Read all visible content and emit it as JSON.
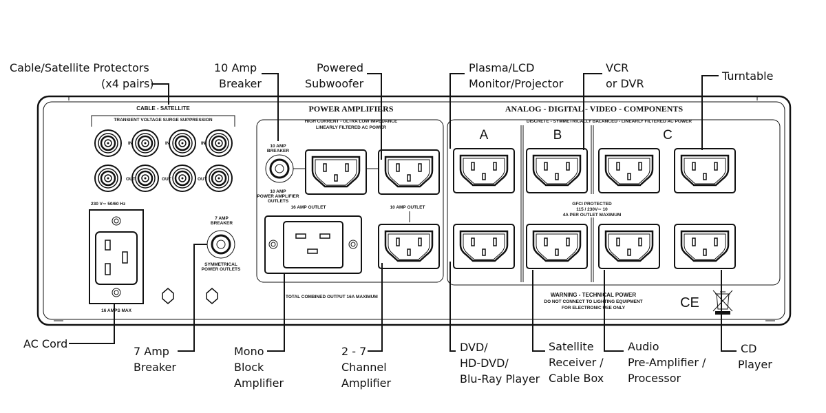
{
  "callouts_top": {
    "cable_satellite": [
      "Cable/Satellite  Protectors",
      "(x4 pairs)"
    ],
    "amp_breaker_10": [
      "10  Amp",
      "Breaker"
    ],
    "powered_subwoofer": [
      "Powered",
      "Subwoofer"
    ],
    "plasma_lcd": [
      "Plasma/LCD",
      "Monitor/Projector"
    ],
    "vcr": [
      "VCR",
      "or DVR"
    ],
    "turntable": [
      "Turntable"
    ]
  },
  "callouts_bottom": {
    "ac_cord": [
      "AC Cord"
    ],
    "amp_breaker_7": [
      "7 Amp",
      "Breaker"
    ],
    "mono_block": [
      "Mono",
      "Block",
      "Amplifier"
    ],
    "channel_amp": [
      "2 - 7",
      "Channel",
      "Amplifier"
    ],
    "dvd": [
      "DVD/",
      "HD-DVD/",
      "Blu-Ray Player"
    ],
    "satellite_receiver": [
      "Satellite",
      "Receiver /",
      "Cable Box"
    ],
    "audio_preamp": [
      "Audio",
      "Pre-Amplifier /",
      "Processor"
    ],
    "cd_player": [
      "CD",
      "Player"
    ]
  },
  "panel": {
    "cable_section": {
      "title": "CABLE - SATELLITE",
      "subtitle": "TRANSIENT VOLTAGE SURGE SUPPRESSION",
      "in_label": "IN",
      "out_label": "OUT"
    },
    "inlet": {
      "voltage": "230 V∼ 50/60 Hz",
      "rating": "16 AMPS MAX"
    },
    "breaker_7": {
      "top": [
        "7 AMP",
        "BREAKER"
      ],
      "bottom": [
        "SYMMETRICAL",
        "POWER OUTLETS"
      ]
    },
    "power_amps": {
      "title": "POWER AMPLIFIERS",
      "subtitle": [
        "HIGH CURRENT - ULTRA LOW IMPEDANCE",
        "LINEARLY FILTERED AC POWER"
      ],
      "breaker_top": [
        "10 AMP",
        "BREAKER"
      ],
      "breaker_bottom": [
        "10 AMP",
        "POWER AMPLIFIER",
        "OUTLETS"
      ],
      "outlet_16": "16 AMP OUTLET",
      "outlet_10": "10 AMP OUTLET",
      "total": "TOTAL COMBINED OUTPUT 16A MAXIMUM"
    },
    "components": {
      "title": "ANALOG - DIGITAL - VIDEO - COMPONENTS",
      "subtitle": "DISCRETE - SYMMETRICALLY BALANCED - LINEARLY FILTERED AC POWER",
      "banks": [
        "A",
        "B",
        "C"
      ],
      "gfci": [
        "GFCI PROTECTED",
        "115 / 230V∼ 10",
        "4A PER OUTLET MAXIMUM"
      ],
      "warning": [
        "WARNING - TECHNICAL POWER",
        "DO NOT CONNECT TO LIGHTING EQUIPMENT",
        "FOR ELECTRONIC USE ONLY"
      ],
      "ce_mark": "CE"
    }
  }
}
